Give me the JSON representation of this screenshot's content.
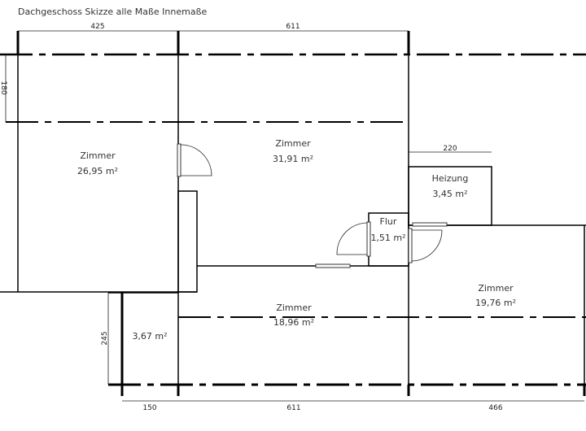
{
  "title": "Dachgeschoss Skizze alle Maße Innemaße",
  "dimensions": {
    "top_left": "425",
    "top_mid": "611",
    "left_upper": "180",
    "heizung_width": "220",
    "left_lower": "245",
    "bottom_left": "150",
    "bottom_mid": "611",
    "bottom_right": "466"
  },
  "rooms": [
    {
      "name": "Zimmer",
      "area": "26,95 m²"
    },
    {
      "name": "Zimmer",
      "area": "31,91 m²"
    },
    {
      "name": "Heizung",
      "area": "3,45 m²"
    },
    {
      "name": "Flur",
      "area": "1,51 m²"
    },
    {
      "name": "Zimmer",
      "area": "19,76 m²"
    },
    {
      "name": "Zimmer",
      "area": "18,96 m²"
    },
    {
      "name": "",
      "area": "3,67 m²"
    }
  ]
}
